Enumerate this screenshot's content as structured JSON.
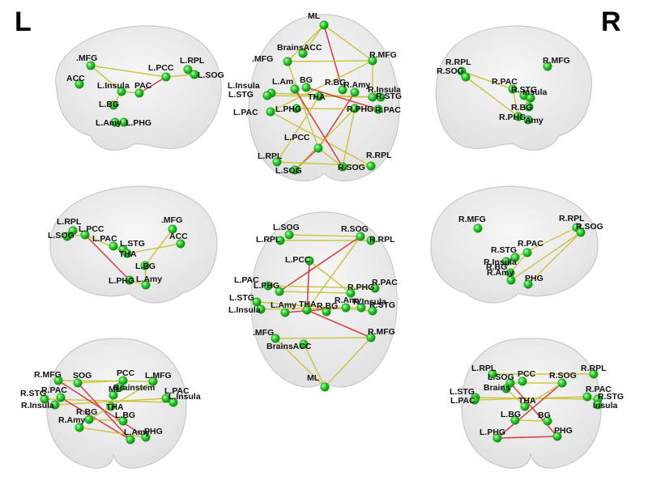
{
  "hemisphere_labels": {
    "left": "L",
    "right": "R"
  },
  "colors": {
    "background": "#ffffff",
    "brain_fill": "#e9e9e9",
    "brain_stroke": "#c8c8c8",
    "node": "#2fc42f",
    "node_highlight": "#9af59a",
    "edge_yellow": "#c9c23a",
    "edge_red": "#d2343a",
    "label": "#111111"
  },
  "views": [
    {
      "id": "left-lateral",
      "nodes": [
        {
          "id": "L.MFG",
          "label": ".MFG"
        },
        {
          "id": "ACC",
          "label": "ACC"
        },
        {
          "id": "L.PCC",
          "label": "L.PCC"
        },
        {
          "id": "L.RPL",
          "label": "L.RPL"
        },
        {
          "id": "L.SOG",
          "label": "L.SOG"
        },
        {
          "id": "L.Insula",
          "label": "L.Insula"
        },
        {
          "id": "L.PAC",
          "label": "PAC"
        },
        {
          "id": "L.BG",
          "label": "L.BG"
        },
        {
          "id": "L.Amy",
          "label": "L.Amy"
        },
        {
          "id": "L.PHG",
          "label": "L.PHG"
        }
      ],
      "edges": [
        {
          "from": "L.MFG",
          "to": "L.PCC",
          "color": "yellow"
        },
        {
          "from": "L.MFG",
          "to": "L.Insula",
          "color": "yellow"
        },
        {
          "from": "L.PCC",
          "to": "L.PAC",
          "color": "red"
        },
        {
          "from": "L.PAC",
          "to": "L.Insula",
          "color": "yellow"
        },
        {
          "from": "L.PCC",
          "to": "L.SOG",
          "color": "yellow"
        },
        {
          "from": "L.Insula",
          "to": "L.BG",
          "color": "yellow"
        }
      ]
    },
    {
      "id": "top-axial",
      "nodes": [
        {
          "id": "ML",
          "label": "ML"
        },
        {
          "id": "Brainstem",
          "label": "BrainsACC"
        },
        {
          "id": "L.MFG",
          "label": ".MFG"
        },
        {
          "id": "R.MFG",
          "label": "R.MFG"
        },
        {
          "id": "L.Insula",
          "label": "L.Insula"
        },
        {
          "id": "L.STG",
          "label": "L.STG"
        },
        {
          "id": "L.Amy",
          "label": "L.Am"
        },
        {
          "id": "BG",
          "label": "BG"
        },
        {
          "id": "THA",
          "label": "THA"
        },
        {
          "id": "R.BG",
          "label": "R.BG"
        },
        {
          "id": "R.Amy",
          "label": "R.Amy"
        },
        {
          "id": "R.Insula",
          "label": "R.Insula"
        },
        {
          "id": "R.STG",
          "label": "R.STG"
        },
        {
          "id": "L.PAC",
          "label": "L.PAC"
        },
        {
          "id": "L.PHG",
          "label": "L.PHG"
        },
        {
          "id": "R.PHG",
          "label": "R.PHG"
        },
        {
          "id": "R.PAC",
          "label": "R.PAC"
        },
        {
          "id": "L.PCC",
          "label": "L.PCC"
        },
        {
          "id": "L.RPL",
          "label": "L.RPL"
        },
        {
          "id": "L.SOG",
          "label": "L.SOG"
        },
        {
          "id": "R.SOG",
          "label": "R.SOG"
        },
        {
          "id": "R.RPL",
          "label": "R.RPL"
        }
      ],
      "edges": [
        {
          "from": "ML",
          "to": "L.MFG",
          "color": "yellow"
        },
        {
          "from": "ML",
          "to": "R.MFG",
          "color": "yellow"
        },
        {
          "from": "ML",
          "to": "Brainstem",
          "color": "yellow"
        },
        {
          "from": "ML",
          "to": "R.BG",
          "color": "red"
        },
        {
          "from": "L.MFG",
          "to": "R.MFG",
          "color": "yellow"
        },
        {
          "from": "L.MFG",
          "to": "L.PCC",
          "color": "yellow"
        },
        {
          "from": "R.MFG",
          "to": "L.PAC",
          "color": "yellow"
        },
        {
          "from": "R.MFG",
          "to": "R.Insula",
          "color": "yellow"
        },
        {
          "from": "L.Insula",
          "to": "R.Insula",
          "color": "yellow"
        },
        {
          "from": "L.STG",
          "to": "R.STG",
          "color": "yellow"
        },
        {
          "from": "L.PCC",
          "to": "R.Amy",
          "color": "red"
        },
        {
          "from": "L.PCC",
          "to": "L.SOG",
          "color": "red"
        },
        {
          "from": "L.PCC",
          "to": "R.SOG",
          "color": "yellow"
        },
        {
          "from": "L.RPL",
          "to": "R.RPL",
          "color": "yellow"
        },
        {
          "from": "R.PHG",
          "to": "R.SOG",
          "color": "yellow"
        },
        {
          "from": "L.PAC",
          "to": "R.RPL",
          "color": "yellow"
        },
        {
          "from": "L.PHG",
          "to": "R.PAC",
          "color": "yellow"
        },
        {
          "from": "L.Amy",
          "to": "R.SOG",
          "color": "red"
        },
        {
          "from": "L.SOG",
          "to": "R.PHG",
          "color": "yellow"
        },
        {
          "from": "THA",
          "to": "L.RPL",
          "color": "yellow"
        },
        {
          "from": "BG",
          "to": "R.PAC",
          "color": "red"
        }
      ]
    },
    {
      "id": "right-lateral",
      "nodes": [
        {
          "id": "R.RPL",
          "label": "R.RPL"
        },
        {
          "id": "R.SOG",
          "label": "R.SOG"
        },
        {
          "id": "R.MFG",
          "label": "R.MFG"
        },
        {
          "id": "R.PAC",
          "label": "R.PAC"
        },
        {
          "id": "R.STG",
          "label": "R.STG"
        },
        {
          "id": "R.Insula",
          "label": "Insula"
        },
        {
          "id": "R.BG",
          "label": "R.BG"
        },
        {
          "id": "R.PHG",
          "label": "R.PHG"
        },
        {
          "id": "R.Amy",
          "label": "Amy"
        }
      ],
      "edges": [
        {
          "from": "R.SOG",
          "to": "R.PHG",
          "color": "yellow"
        },
        {
          "from": "R.RPL",
          "to": "R.PAC",
          "color": "yellow"
        },
        {
          "from": "R.PAC",
          "to": "R.STG",
          "color": "yellow"
        },
        {
          "from": "R.STG",
          "to": "R.BG",
          "color": "yellow"
        },
        {
          "from": "R.PAC",
          "to": "R.PHG",
          "color": "yellow"
        }
      ]
    },
    {
      "id": "left-medial",
      "nodes": [
        {
          "id": "L.RPL",
          "label": "L.RPL"
        },
        {
          "id": "L.SOG",
          "label": "L.SOG"
        },
        {
          "id": "L.PCC",
          "label": "L.PCC"
        },
        {
          "id": "MFG",
          "label": ".MFG"
        },
        {
          "id": "ACC",
          "label": "ACC"
        },
        {
          "id": "L.PAC",
          "label": "L.PAC"
        },
        {
          "id": "L.STG",
          "label": "L.STG"
        },
        {
          "id": "THA",
          "label": "THA"
        },
        {
          "id": "L.BG",
          "label": "L.BG"
        },
        {
          "id": "L.PHG",
          "label": "L.PHG"
        },
        {
          "id": "L.Amy",
          "label": "L.Amy"
        }
      ],
      "edges": [
        {
          "from": "L.SOG",
          "to": "L.PCC",
          "color": "yellow"
        },
        {
          "from": "L.PCC",
          "to": "L.PHG",
          "color": "red"
        },
        {
          "from": "L.PCC",
          "to": "THA",
          "color": "yellow"
        },
        {
          "from": "MFG",
          "to": "L.BG",
          "color": "yellow"
        },
        {
          "from": "ACC",
          "to": "THA",
          "color": "yellow"
        },
        {
          "from": "L.PAC",
          "to": "L.STG",
          "color": "yellow"
        },
        {
          "from": "L.PHG",
          "to": "L.Amy",
          "color": "yellow"
        },
        {
          "from": "L.BG",
          "to": "L.Amy",
          "color": "yellow"
        }
      ]
    },
    {
      "id": "bottom-axial",
      "nodes": [
        {
          "id": "L.SOG",
          "label": "L.SOG"
        },
        {
          "id": "R.SOG",
          "label": "R.SOG"
        },
        {
          "id": "L.RPL",
          "label": "L.RPL"
        },
        {
          "id": "R.RPL",
          "label": "R.RPL"
        },
        {
          "id": "L.PCC",
          "label": "L.PCC"
        },
        {
          "id": "L.PAC",
          "label": "L.PAC"
        },
        {
          "id": "L.PHG",
          "label": "L.PHG"
        },
        {
          "id": "R.PHG",
          "label": "R.PHG"
        },
        {
          "id": "R.PAC",
          "label": "R.PAC"
        },
        {
          "id": "L.STG",
          "label": "L.STG"
        },
        {
          "id": "L.Insula",
          "label": "L.Insula"
        },
        {
          "id": "L.Amy",
          "label": "L.Amy"
        },
        {
          "id": "THA",
          "label": "THA"
        },
        {
          "id": "R.BG",
          "label": "R.BG"
        },
        {
          "id": "R.Amy",
          "label": "R.Amy"
        },
        {
          "id": "R.Insula",
          "label": "R.Insula"
        },
        {
          "id": "R.STG",
          "label": "R.STG"
        },
        {
          "id": "L.MFG",
          "label": ".MFG"
        },
        {
          "id": "R.MFG",
          "label": "R.MFG"
        },
        {
          "id": "Brainstem",
          "label": "BrainsACC"
        },
        {
          "id": "ML",
          "label": "ML"
        }
      ],
      "edges": [
        {
          "from": "L.SOG",
          "to": "R.SOG",
          "color": "yellow"
        },
        {
          "from": "L.RPL",
          "to": "R.RPL",
          "color": "yellow"
        },
        {
          "from": "R.SOG",
          "to": "L.PHG",
          "color": "red"
        },
        {
          "from": "R.SOG",
          "to": "THA",
          "color": "yellow"
        },
        {
          "from": "L.PCC",
          "to": "R.PHG",
          "color": "yellow"
        },
        {
          "from": "L.PAC",
          "to": "R.PAC",
          "color": "yellow"
        },
        {
          "from": "L.PHG",
          "to": "R.PHG",
          "color": "yellow"
        },
        {
          "from": "L.STG",
          "to": "R.STG",
          "color": "yellow"
        },
        {
          "from": "L.Amy",
          "to": "R.Amy",
          "color": "red"
        },
        {
          "from": "THA",
          "to": "R.MFG",
          "color": "red"
        },
        {
          "from": "L.MFG",
          "to": "R.MFG",
          "color": "yellow"
        },
        {
          "from": "L.Insula",
          "to": "R.Insula",
          "color": "yellow"
        },
        {
          "from": "Brainstem",
          "to": "ML",
          "color": "yellow"
        },
        {
          "from": "L.MFG",
          "to": "ML",
          "color": "yellow"
        },
        {
          "from": "R.MFG",
          "to": "ML",
          "color": "yellow"
        },
        {
          "from": "L.PCC",
          "to": "THA",
          "color": "red"
        }
      ]
    },
    {
      "id": "right-medial",
      "nodes": [
        {
          "id": "R.MFG",
          "label": "R.MFG"
        },
        {
          "id": "R.RPL",
          "label": "R.RPL"
        },
        {
          "id": "R.SOG",
          "label": "R.SOG"
        },
        {
          "id": "R.PAC",
          "label": "R.PAC"
        },
        {
          "id": "R.STG",
          "label": "R.STG"
        },
        {
          "id": "R.Insula",
          "label": "R.Insula"
        },
        {
          "id": "R.BG",
          "label": "R.BG"
        },
        {
          "id": "R.Amy",
          "label": "R.Amy"
        },
        {
          "id": "R.PHG",
          "label": "PHG"
        }
      ],
      "edges": [
        {
          "from": "R.RPL",
          "to": "R.Insula",
          "color": "yellow"
        },
        {
          "from": "R.SOG",
          "to": "R.PHG",
          "color": "yellow"
        },
        {
          "from": "R.SOG",
          "to": "R.Amy",
          "color": "yellow"
        },
        {
          "from": "R.PAC",
          "to": "R.BG",
          "color": "yellow"
        }
      ]
    },
    {
      "id": "anterior-left",
      "nodes": [
        {
          "id": "R.MFG",
          "label": "R.MFG"
        },
        {
          "id": "R.SOG",
          "label": "SOG"
        },
        {
          "id": "PCC",
          "label": "PCC"
        },
        {
          "id": "L.MFG",
          "label": "L.MFG"
        },
        {
          "id": "Brainstem",
          "label": "Brainstem"
        },
        {
          "id": "ML",
          "label": "ML"
        },
        {
          "id": "R.STG",
          "label": "R.STG"
        },
        {
          "id": "R.Insula",
          "label": "R.Insula"
        },
        {
          "id": "R.PAC",
          "label": "R.PAC"
        },
        {
          "id": "L.PAC",
          "label": "L.PAC"
        },
        {
          "id": "L.Insula",
          "label": "L.Insula"
        },
        {
          "id": "THA",
          "label": "THA"
        },
        {
          "id": "R.BG",
          "label": "R.BG"
        },
        {
          "id": "L.BG",
          "label": "L.BG"
        },
        {
          "id": "R.Amy",
          "label": "R.Amy"
        },
        {
          "id": "L.Amy",
          "label": "L.Amy"
        },
        {
          "id": "L.PHG",
          "label": "PHG"
        }
      ],
      "edges": [
        {
          "from": "R.MFG",
          "to": "L.MFG",
          "color": "yellow"
        },
        {
          "from": "R.SOG",
          "to": "PCC",
          "color": "yellow"
        },
        {
          "from": "R.STG",
          "to": "L.Insula",
          "color": "yellow"
        },
        {
          "from": "R.Insula",
          "to": "L.PAC",
          "color": "yellow"
        },
        {
          "from": "R.PAC",
          "to": "L.Amy",
          "color": "red"
        },
        {
          "from": "R.MFG",
          "to": "L.PHG",
          "color": "red"
        },
        {
          "from": "R.BG",
          "to": "L.BG",
          "color": "yellow"
        },
        {
          "from": "R.Amy",
          "to": "L.PHG",
          "color": "yellow"
        },
        {
          "from": "ML",
          "to": "THA",
          "color": "yellow"
        },
        {
          "from": "R.SOG",
          "to": "L.Amy",
          "color": "red"
        },
        {
          "from": "L.MFG",
          "to": "R.BG",
          "color": "yellow"
        }
      ]
    },
    {
      "id": "anterior-right",
      "nodes": [
        {
          "id": "L.RPL",
          "label": "L.RPL"
        },
        {
          "id": "L.SOG",
          "label": "L.SOG"
        },
        {
          "id": "PCC",
          "label": "PCC"
        },
        {
          "id": "R.SOG",
          "label": "R.SOG"
        },
        {
          "id": "R.RPL",
          "label": "R.RPL"
        },
        {
          "id": "Brainstem",
          "label": "Brains"
        },
        {
          "id": "L.STG",
          "label": "L.STG"
        },
        {
          "id": "L.PAC",
          "label": "L.PAC"
        },
        {
          "id": "R.PAC",
          "label": "R.PAC"
        },
        {
          "id": "R.STG",
          "label": "R.STG"
        },
        {
          "id": "R.Insula",
          "label": "Insula"
        },
        {
          "id": "THA",
          "label": "THA"
        },
        {
          "id": "L.BG",
          "label": "L.BG"
        },
        {
          "id": "R.BG",
          "label": "BG"
        },
        {
          "id": "L.PHG",
          "label": "L.PHG"
        },
        {
          "id": "R.PHG",
          "label": "PHG"
        }
      ],
      "edges": [
        {
          "from": "L.SOG",
          "to": "R.SOG",
          "color": "yellow"
        },
        {
          "from": "L.RPL",
          "to": "R.RPL",
          "color": "yellow"
        },
        {
          "from": "L.STG",
          "to": "R.STG",
          "color": "yellow"
        },
        {
          "from": "L.PAC",
          "to": "R.PAC",
          "color": "yellow"
        },
        {
          "from": "L.SOG",
          "to": "R.PHG",
          "color": "red"
        },
        {
          "from": "R.SOG",
          "to": "L.PHG",
          "color": "red"
        },
        {
          "from": "R.SOG",
          "to": "THA",
          "color": "yellow"
        },
        {
          "from": "L.BG",
          "to": "R.BG",
          "color": "yellow"
        },
        {
          "from": "L.PHG",
          "to": "R.PHG",
          "color": "red"
        },
        {
          "from": "Brainstem",
          "to": "THA",
          "color": "yellow"
        }
      ]
    }
  ]
}
